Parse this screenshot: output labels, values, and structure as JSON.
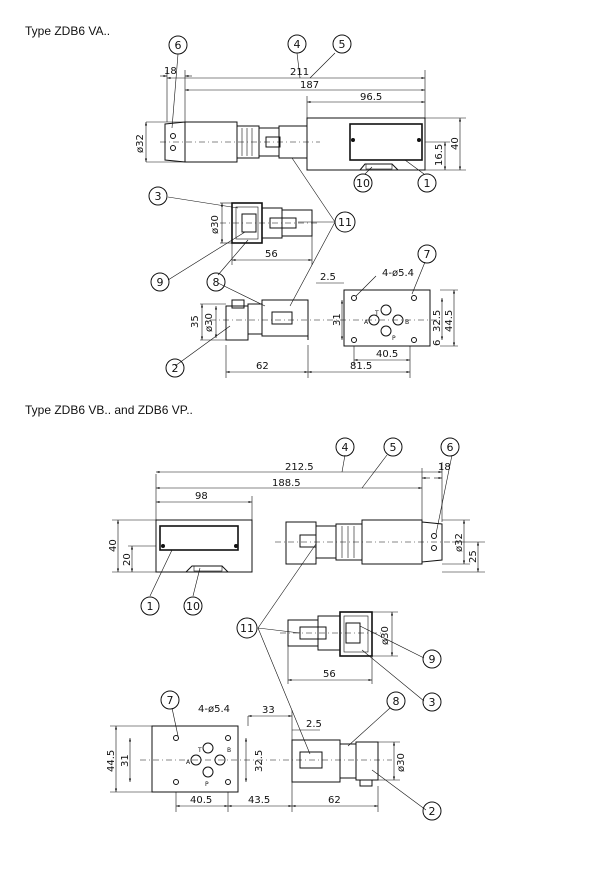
{
  "captions": {
    "va": "Type ZDB6 VA..",
    "vb": "Type ZDB6 VB.. and  ZDB6 VP.."
  },
  "va": {
    "dims": {
      "d18": "18",
      "d211": "211",
      "d187": "187",
      "d96_5": "96.5",
      "d32": "ø32",
      "d40": "40",
      "d16_5": "16.5",
      "d30a": "ø30",
      "d56": "56",
      "d2_5": "2.5",
      "d4_54": "4-ø5.4",
      "d35": "35",
      "d30b": "ø30",
      "d31": "31",
      "d32_5": "32.5",
      "d44_5": "44.5",
      "d6": "6",
      "d40_5": "40.5",
      "d62": "62",
      "d81_5": "81.5"
    },
    "balloons": {
      "b6": "6",
      "b4": "4",
      "b5": "5",
      "b10": "10",
      "b1": "1",
      "b3": "3",
      "b11": "11",
      "b9": "9",
      "b8": "8",
      "b7": "7",
      "b2": "2"
    },
    "ports": {
      "a": "A",
      "b": "B",
      "t": "T",
      "p": "P"
    }
  },
  "vb": {
    "dims": {
      "d212_5": "212.5",
      "d18": "18",
      "d188_5": "188.5",
      "d98": "98",
      "d40": "40",
      "d20": "20",
      "d32": "ø32",
      "d25": "25",
      "d30a": "ø30",
      "d56": "56",
      "d4_54": "4-ø5.4",
      "d33": "33",
      "d2_5": "2.5",
      "d44_5": "44.5",
      "d31": "31",
      "d32_5": "32.5",
      "d30b": "ø30",
      "d40_5": "40.5",
      "d43_5": "43.5",
      "d62": "62"
    },
    "balloons": {
      "b4": "4",
      "b5": "5",
      "b6": "6",
      "b1": "1",
      "b10": "10",
      "b11": "11",
      "b9": "9",
      "b3": "3",
      "b7": "7",
      "b8": "8",
      "b2": "2"
    },
    "ports": {
      "a": "A",
      "b": "B",
      "t": "T",
      "p": "P"
    }
  }
}
